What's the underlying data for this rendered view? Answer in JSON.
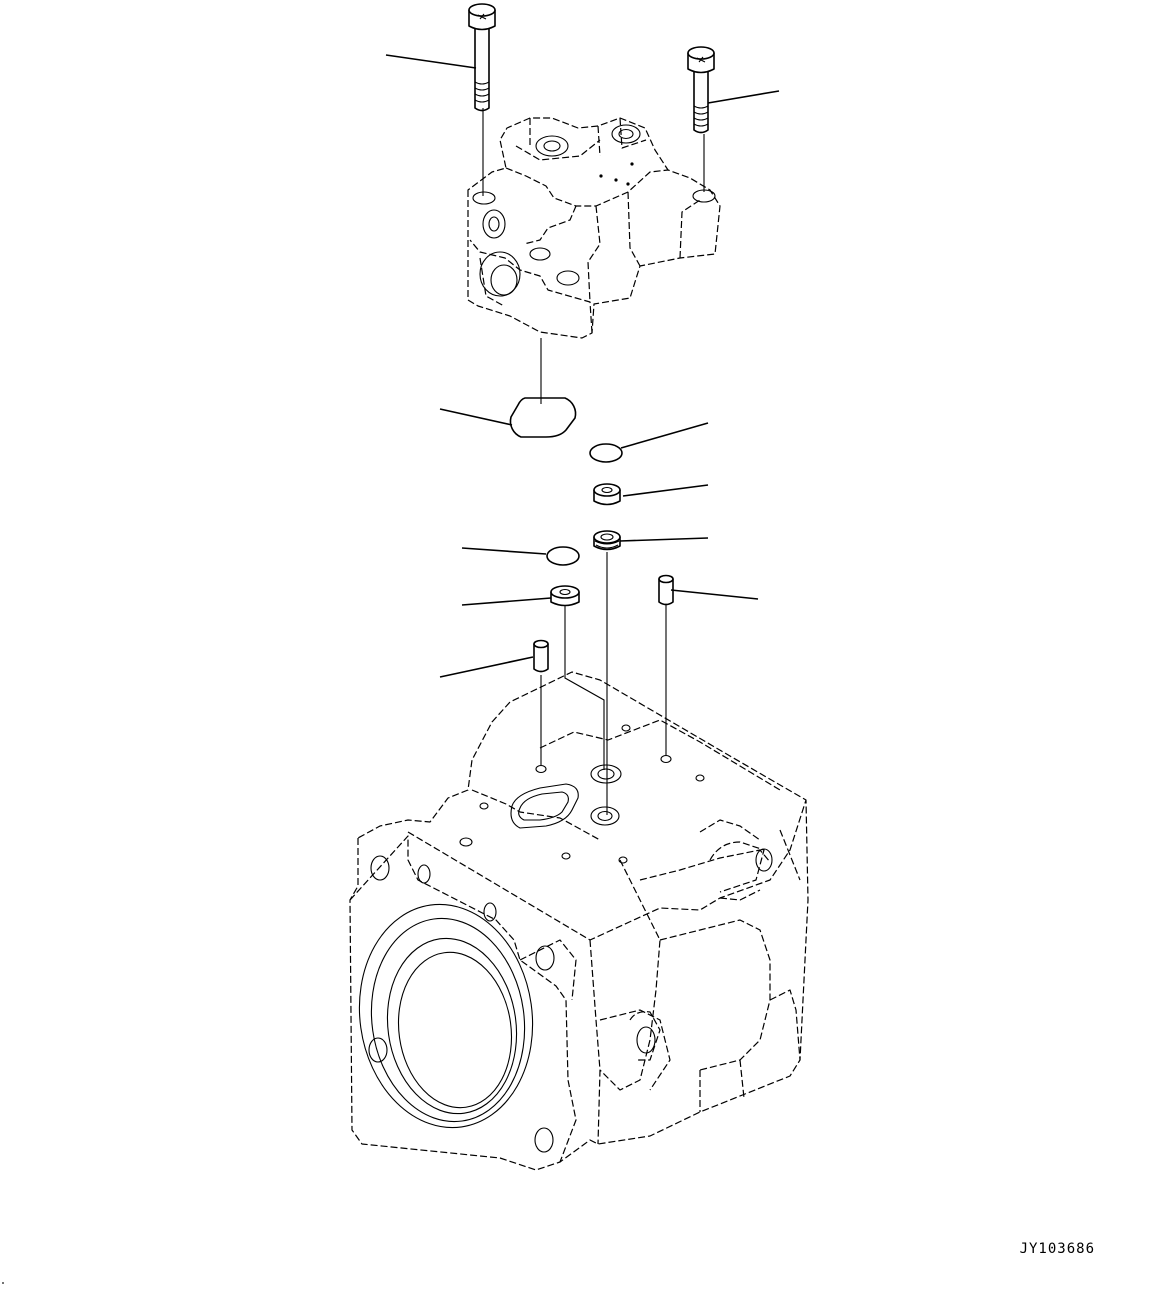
{
  "drawing": {
    "id": "JY103686",
    "callout_count": 11
  },
  "colors": {
    "line": "#000000",
    "background": "#ffffff"
  },
  "parts": [
    {
      "name": "bolt-long",
      "icon": "socket-head-bolt-icon"
    },
    {
      "name": "bolt-short",
      "icon": "socket-head-bolt-icon"
    },
    {
      "name": "cover-block",
      "icon": "valve-cover-icon"
    },
    {
      "name": "o-ring-oval",
      "icon": "oval-seal-icon"
    },
    {
      "name": "o-ring-small",
      "icon": "o-ring-icon"
    },
    {
      "name": "bushing",
      "icon": "bushing-icon"
    },
    {
      "name": "orifice-plug",
      "icon": "plug-icon"
    },
    {
      "name": "o-ring-left",
      "icon": "o-ring-icon"
    },
    {
      "name": "bushing-left",
      "icon": "bushing-icon"
    },
    {
      "name": "dowel-pin-right",
      "icon": "pin-icon"
    },
    {
      "name": "dowel-pin-left",
      "icon": "pin-icon"
    },
    {
      "name": "pump-housing",
      "icon": "pump-housing-icon"
    }
  ]
}
